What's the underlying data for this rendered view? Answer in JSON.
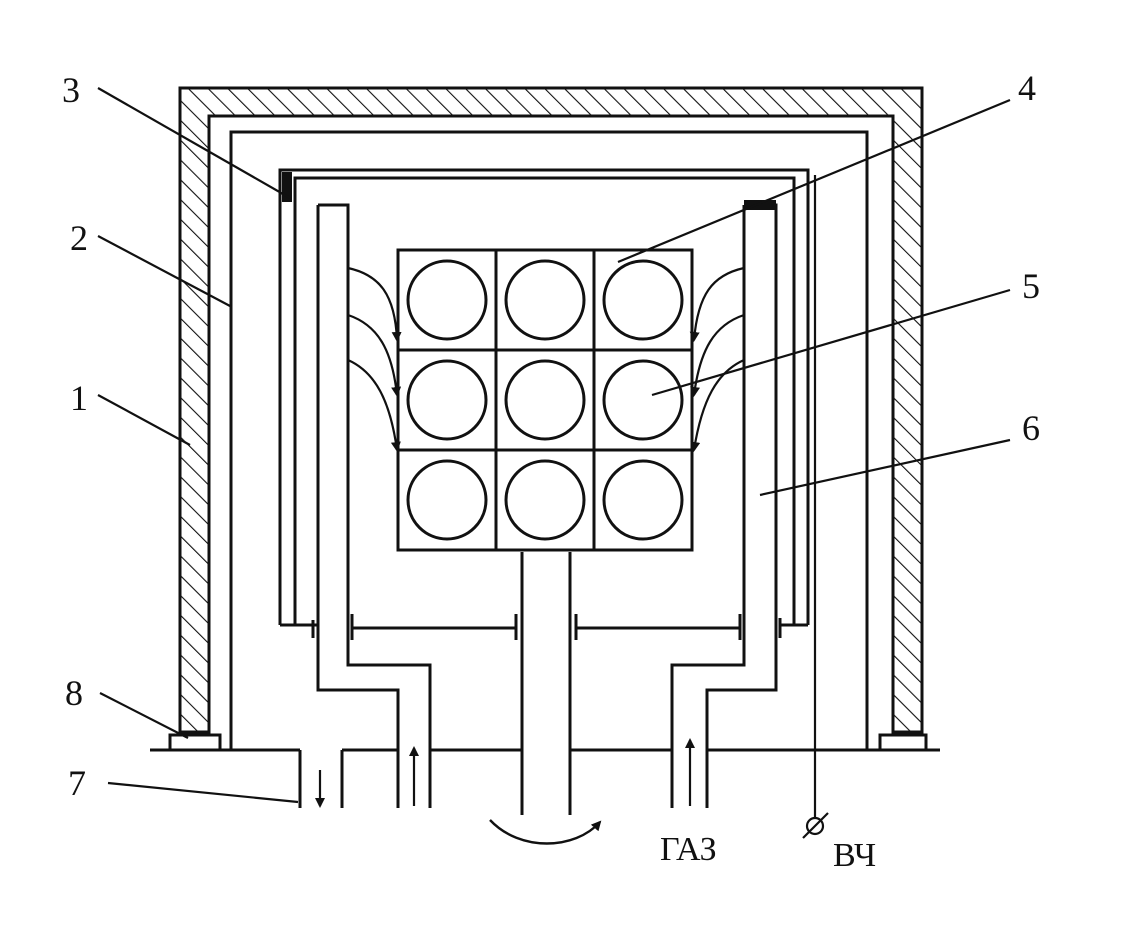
{
  "labels": {
    "n1": "1",
    "n2": "2",
    "n3": "3",
    "n4": "4",
    "n5": "5",
    "n6": "6",
    "n7": "7",
    "n8": "8",
    "gas": "ГАЗ",
    "hf": "ВЧ"
  },
  "colors": {
    "ink": "#111111",
    "background": "#ffffff"
  },
  "grid": {
    "rows": 3,
    "cols": 3
  }
}
